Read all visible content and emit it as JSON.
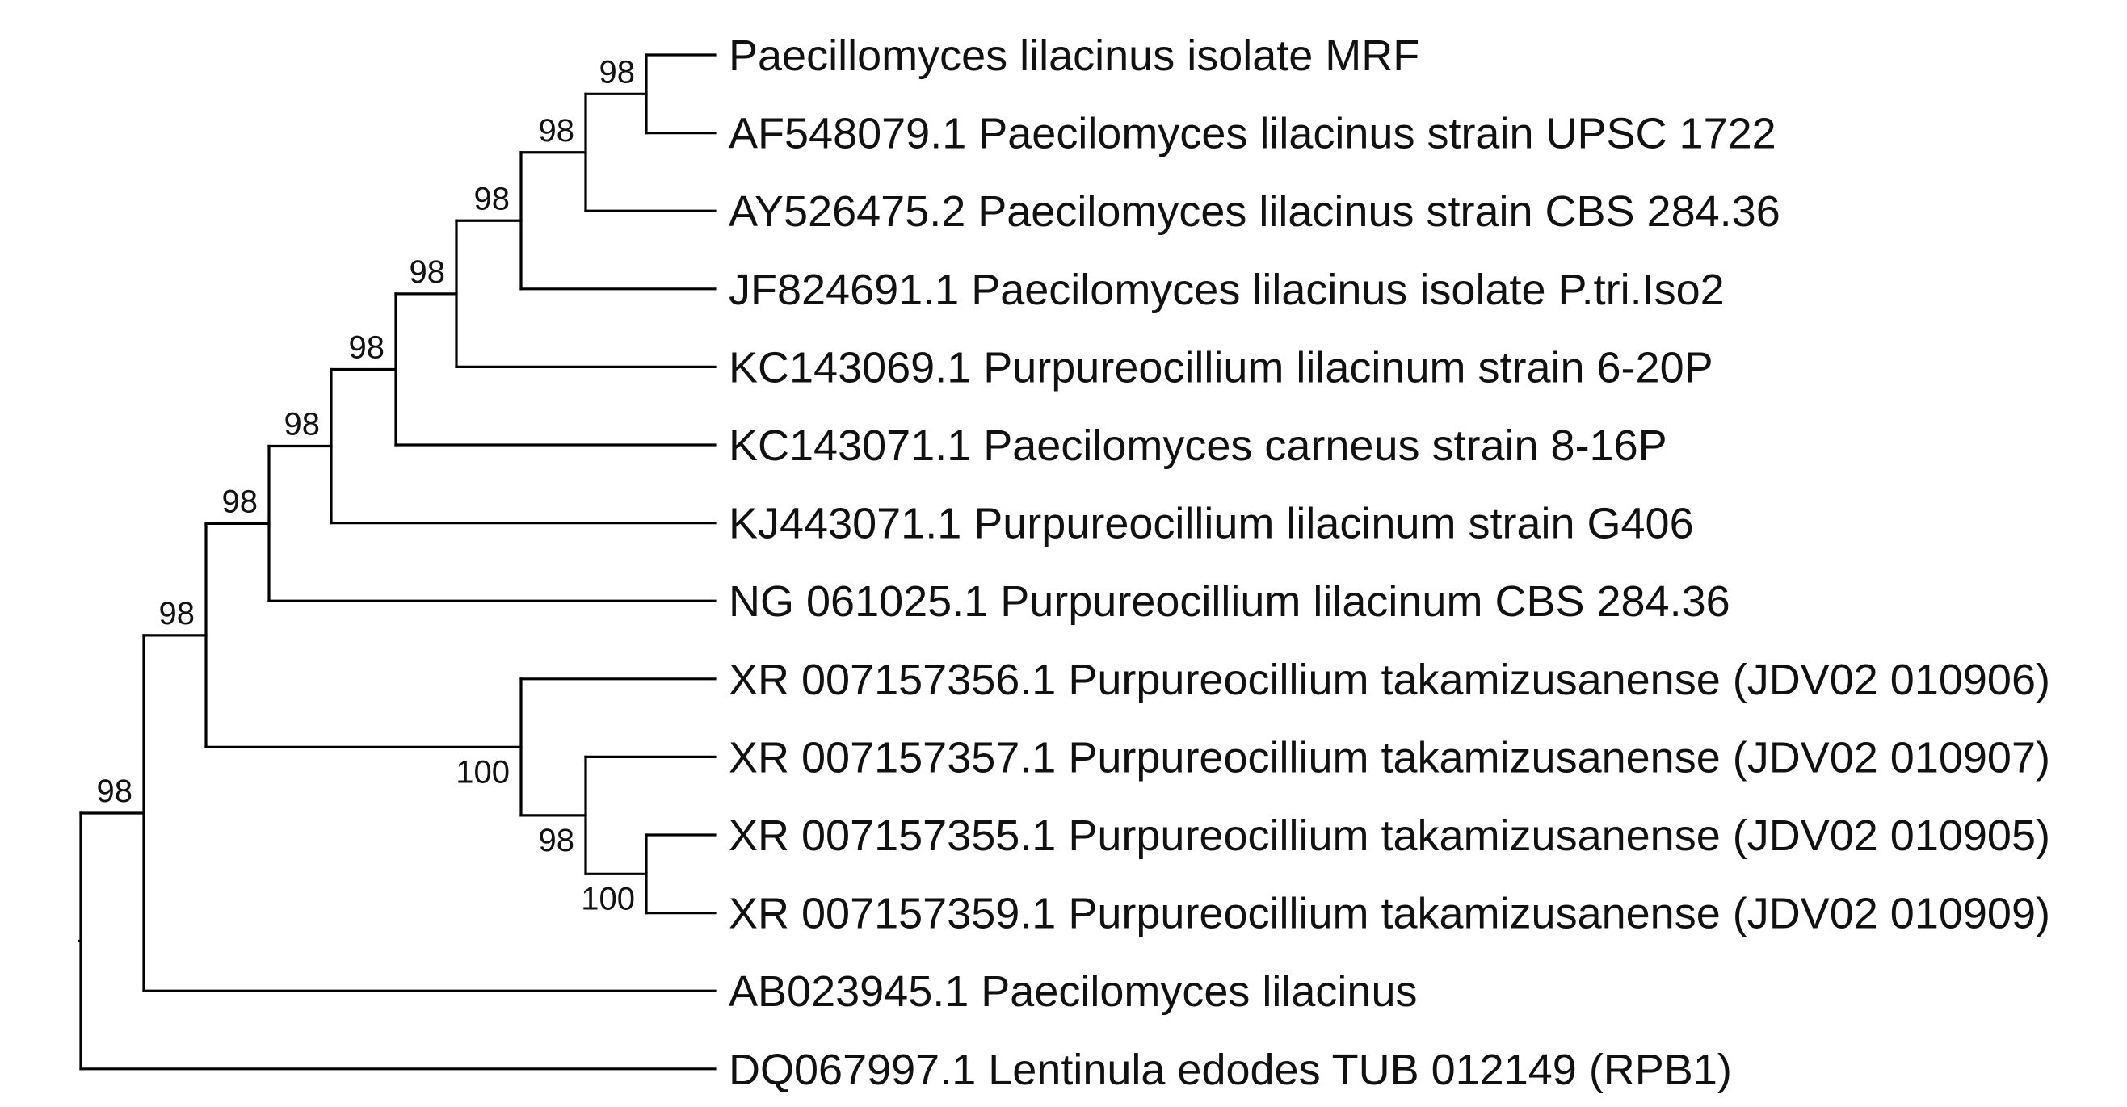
{
  "tree": {
    "line_color": "#000000",
    "text_color": "#111111",
    "leaves": [
      {
        "id": "paecillomyces-mrf",
        "label": "Paecillomyces lilacinus isolate MRF"
      },
      {
        "id": "af548079",
        "label": "AF548079.1 Paecilomyces lilacinus strain UPSC 1722"
      },
      {
        "id": "ay526475",
        "label": "AY526475.2 Paecilomyces lilacinus strain CBS 284.36"
      },
      {
        "id": "jf824691",
        "label": "JF824691.1 Paecilomyces lilacinus isolate P.tri.Iso2"
      },
      {
        "id": "kc143069",
        "label": "KC143069.1 Purpureocillium lilacinum strain 6-20P"
      },
      {
        "id": "kc143071",
        "label": "KC143071.1 Paecilomyces carneus strain 8-16P"
      },
      {
        "id": "kj443071",
        "label": "KJ443071.1 Purpureocillium lilacinum strain G406"
      },
      {
        "id": "ng061025",
        "label": "NG 061025.1 Purpureocillium lilacinum CBS 284.36"
      },
      {
        "id": "xr007157356",
        "label": "XR 007157356.1 Purpureocillium takamizusanense (JDV02 010906)"
      },
      {
        "id": "xr007157357",
        "label": "XR 007157357.1 Purpureocillium takamizusanense (JDV02 010907)"
      },
      {
        "id": "xr007157355",
        "label": "XR 007157355.1 Purpureocillium takamizusanense (JDV02 010905)"
      },
      {
        "id": "xr007157359",
        "label": "XR 007157359.1 Purpureocillium takamizusanense (JDV02 010909)"
      },
      {
        "id": "ab023945",
        "label": "AB023945.1 Paecilomyces lilacinus"
      },
      {
        "id": "dq067997",
        "label": "DQ067997.1 Lentinula edodes TUB 012149 (RPB1)"
      }
    ],
    "clades": [
      {
        "id": "n1",
        "children": [
          "paecillomyces-mrf",
          "af548079"
        ],
        "support": "98"
      },
      {
        "id": "n2",
        "children": [
          "n1",
          "ay526475"
        ],
        "support": "98"
      },
      {
        "id": "n3",
        "children": [
          "n2",
          "jf824691"
        ],
        "support": "98"
      },
      {
        "id": "n4",
        "children": [
          "n3",
          "kc143069"
        ],
        "support": "98"
      },
      {
        "id": "n5",
        "children": [
          "n4",
          "kc143071"
        ],
        "support": "98"
      },
      {
        "id": "n6",
        "children": [
          "n5",
          "kj443071"
        ],
        "support": "98"
      },
      {
        "id": "n7",
        "children": [
          "n6",
          "ng061025"
        ],
        "support": "98"
      },
      {
        "id": "m3",
        "children": [
          "xr007157355",
          "xr007157359"
        ],
        "support": "100"
      },
      {
        "id": "m2",
        "children": [
          "xr007157357",
          "m3"
        ],
        "support": "98"
      },
      {
        "id": "m1",
        "children": [
          "xr007157356",
          "m2"
        ],
        "support": "100"
      },
      {
        "id": "n8",
        "children": [
          "n7",
          "m1"
        ],
        "support": "98"
      },
      {
        "id": "n9",
        "children": [
          "n8",
          "ab023945"
        ],
        "support": "98"
      },
      {
        "id": "root",
        "children": [
          "n9",
          "dq067997"
        ],
        "support": ""
      }
    ]
  }
}
